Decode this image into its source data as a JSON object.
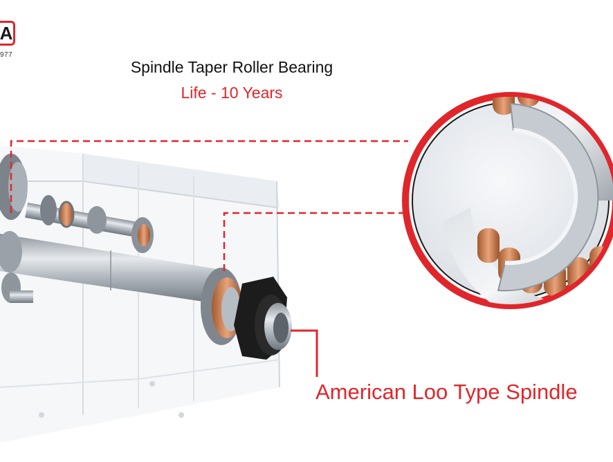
{
  "logo": {
    "letter": "A",
    "year": "977"
  },
  "header": {
    "title": "Spindle Taper Roller Bearing",
    "subtitle": "Life - 10 Years"
  },
  "callout": {
    "label": "American Loo Type Spindle"
  },
  "colors": {
    "accent": "#e0262b",
    "copper": "#c8794a",
    "steel": "#b9c0c8",
    "rubber": "#1c1c1c"
  }
}
